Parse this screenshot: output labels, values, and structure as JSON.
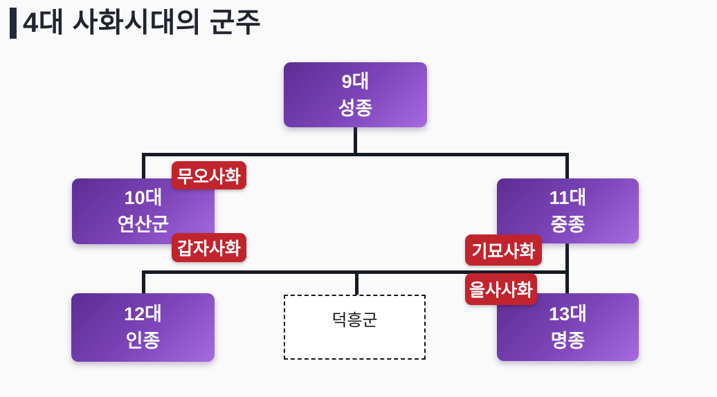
{
  "title": {
    "text": "4대 사화시대의 군주"
  },
  "nodes": [
    {
      "id": "seongjong",
      "line1": "9대",
      "line2": "성종"
    },
    {
      "id": "yeonsangun",
      "line1": "10대",
      "line2": "연산군"
    },
    {
      "id": "jungjong",
      "line1": "11대",
      "line2": "중종"
    },
    {
      "id": "injong",
      "line1": "12대",
      "line2": "인종"
    },
    {
      "id": "deokheunggun",
      "line1": "덕흥군"
    },
    {
      "id": "myeongjong",
      "line1": "13대",
      "line2": "명종"
    }
  ],
  "badges": [
    {
      "id": "muo",
      "label": "무오사화",
      "attached_to": "yeonsangun",
      "position": "top-right"
    },
    {
      "id": "gapja",
      "label": "갑자사화",
      "attached_to": "yeonsangun",
      "position": "bottom-right"
    },
    {
      "id": "gimyo",
      "label": "기묘사화",
      "attached_to": "jungjong",
      "position": "bottom-left"
    },
    {
      "id": "eulsa",
      "label": "을사사화",
      "attached_to": "myeongjong",
      "position": "top-left"
    }
  ],
  "edges": [
    {
      "from": "seongjong",
      "to": "yeonsangun"
    },
    {
      "from": "seongjong",
      "to": "jungjong"
    },
    {
      "from": "jungjong",
      "to": "injong"
    },
    {
      "from": "jungjong",
      "to": "deokheunggun"
    },
    {
      "from": "jungjong",
      "to": "myeongjong"
    }
  ],
  "colors": {
    "background": "#FAFAFB",
    "node_gradient_start": "#5C2D93",
    "node_gradient_end": "#A56ADF",
    "node_text": "#FFFFFF",
    "badge_red": "#C2242E",
    "badge_text": "#FFFFFF",
    "connector": "#151A24",
    "title_accent": "#232A3B",
    "title_text": "#20242E",
    "dashed_node_border": "#15151A"
  }
}
